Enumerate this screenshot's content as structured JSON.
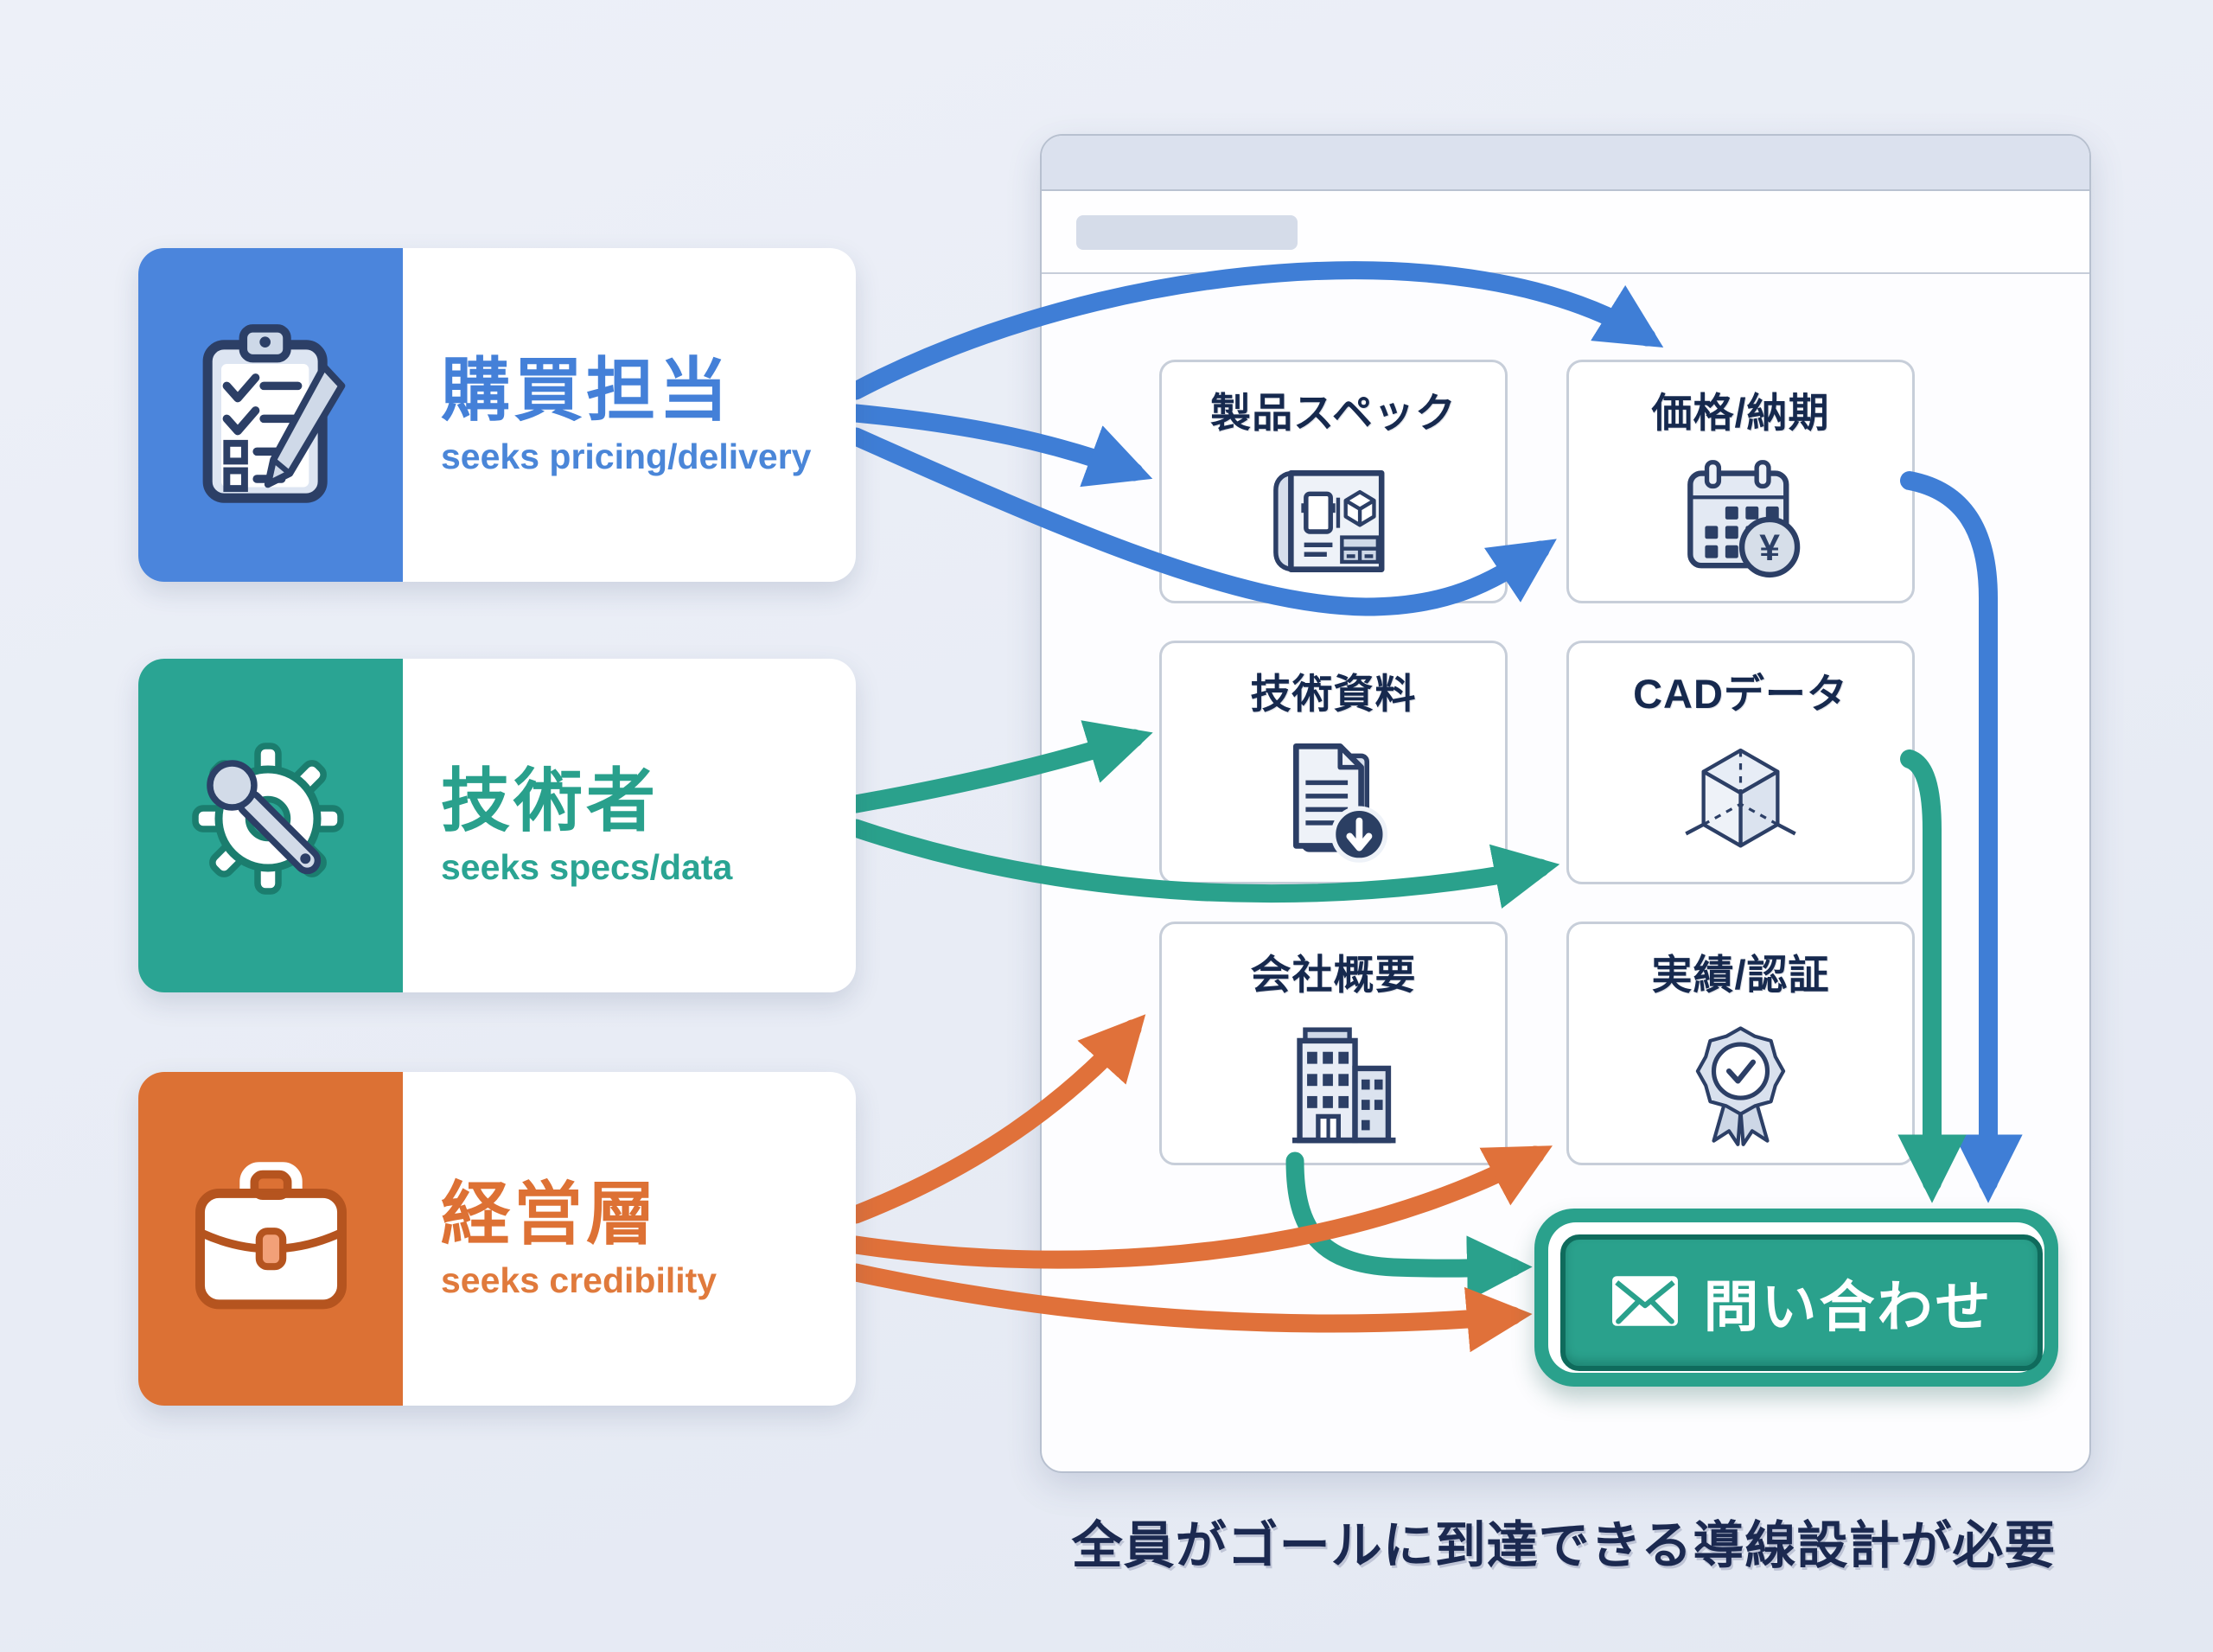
{
  "personas": [
    {
      "title": "購買担当",
      "subtitle": "seeks pricing/delivery",
      "color": "#4b85dc",
      "icon": "clipboard-icon"
    },
    {
      "title": "技術者",
      "subtitle": "seeks specs/data",
      "color": "#2aa493",
      "icon": "gear-wrench-icon"
    },
    {
      "title": "経営層",
      "subtitle": "seeks credibility",
      "color": "#dc7134",
      "icon": "briefcase-icon"
    }
  ],
  "browser": {
    "boxes": [
      {
        "label": "製品スペック",
        "icon": "blueprint-icon"
      },
      {
        "label": "価格/納期",
        "icon": "calendar-yen-icon"
      },
      {
        "label": "技術資料",
        "icon": "document-download-icon"
      },
      {
        "label": "CADデータ",
        "icon": "cad-cube-icon"
      },
      {
        "label": "会社概要",
        "icon": "building-icon"
      },
      {
        "label": "実績/認証",
        "icon": "award-icon"
      }
    ],
    "cta": {
      "label": "問い合わせ",
      "icon": "envelope-icon"
    },
    "cta_currency_symbol": "¥"
  },
  "caption": "全員がゴールに到達できる導線設計が必要",
  "colors": {
    "blue": "#3f7ed6",
    "teal": "#2aa18c",
    "orange": "#e0713a",
    "navy": "#2c3f66",
    "page_bg": "#e9edf5",
    "window_titlebar": "#dbe1ee",
    "box_border": "#c7ced9",
    "cta_fill": "#2aa18c",
    "cta_border": "#0f6b5c"
  }
}
